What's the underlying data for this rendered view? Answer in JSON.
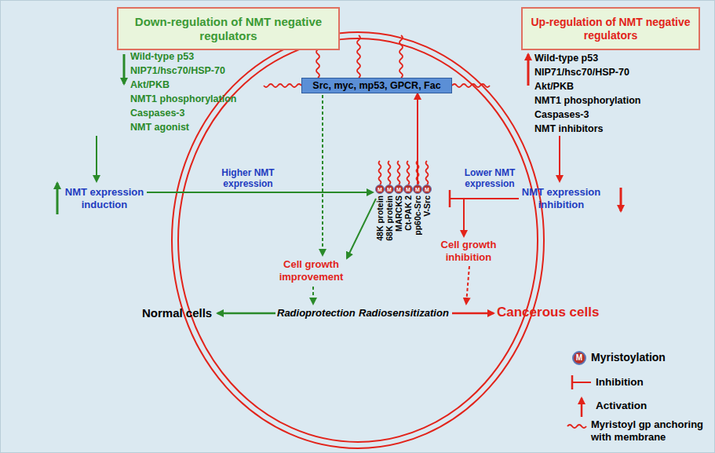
{
  "diagram": {
    "nodes": [
      {
        "text": [
          "Down-regulation of NMT negative regulators"
        ]
      },
      {
        "text": [
          "Up-regulation of NMT negative regulators"
        ]
      },
      {
        "text": [
          "Src, myc, mp53, GPCR, Fac"
        ]
      },
      {
        "text": [
          "M"
        ]
      },
      {
        "text": [
          "M"
        ]
      },
      {
        "text": [
          "M"
        ]
      },
      {
        "text": [
          "M"
        ]
      },
      {
        "text": [
          "M"
        ]
      },
      {
        "text": [
          "M"
        ]
      }
    ],
    "edges": [
      {
        "from": 7,
        "to": 2,
        "arrow": "to"
      }
    ],
    "labels": [
      "Wild-type p53",
      "NIP71/hsc70/HSP-70",
      "Akt/PKB",
      "NMT1 phosphorylation",
      "Caspases-3",
      "NMT agonist",
      "NMT expression induction",
      "Wild-type p53",
      "NIP71/hsc70/HSP-70",
      "Akt/PKB",
      "NMT1 phosphorylation",
      "Caspases-3",
      "NMT inhibitors",
      "NMT expression inhibition",
      "Higher NMT expression",
      "Lower NMT expression",
      "48K protein",
      "68K protein",
      "MARCKS",
      "Ct-PAK 2",
      "pp60c-Src",
      "V-Src",
      "Cell growth improvement",
      "Cell growth inhibition",
      "Radioprotection",
      "Radiosensitization",
      "Normal cells",
      "Cancerous cells",
      "M"
    ],
    "legend": [
      {
        "text": "Myristoylation"
      },
      {
        "text": "Inhibition"
      },
      {
        "text": "Activation"
      },
      {
        "text": "Myristoyl gp anchoring with membrane"
      }
    ]
  }
}
